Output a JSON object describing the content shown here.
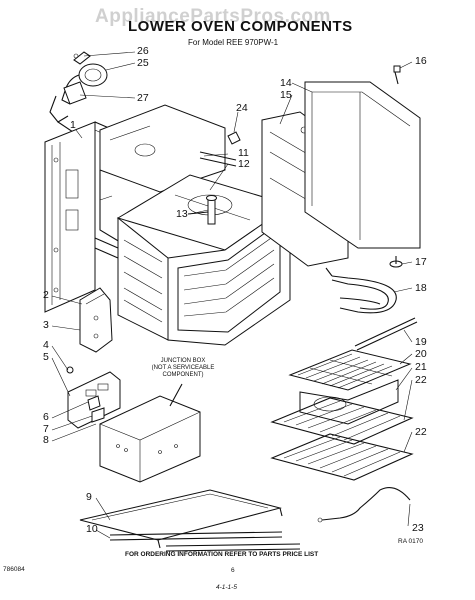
{
  "header": {
    "watermark": "AppliancePartsPros.com",
    "title": "LOWER OVEN COMPONENTS",
    "subtitle": "For Model REE 970PW-1"
  },
  "callouts": [
    {
      "id": "c26",
      "text": "26"
    },
    {
      "id": "c25",
      "text": "25"
    },
    {
      "id": "c27",
      "text": "27"
    },
    {
      "id": "c1",
      "text": "1"
    },
    {
      "id": "c24",
      "text": "24"
    },
    {
      "id": "c11",
      "text": "11"
    },
    {
      "id": "c12",
      "text": "12"
    },
    {
      "id": "c13",
      "text": "13"
    },
    {
      "id": "c14",
      "text": "14"
    },
    {
      "id": "c15",
      "text": "15"
    },
    {
      "id": "c16",
      "text": "16"
    },
    {
      "id": "c17",
      "text": "17"
    },
    {
      "id": "c18",
      "text": "18"
    },
    {
      "id": "c19",
      "text": "19"
    },
    {
      "id": "c20",
      "text": "20"
    },
    {
      "id": "c21",
      "text": "21"
    },
    {
      "id": "c22a",
      "text": "22"
    },
    {
      "id": "c22b",
      "text": "22"
    },
    {
      "id": "c23",
      "text": "23"
    },
    {
      "id": "c2",
      "text": "2"
    },
    {
      "id": "c3",
      "text": "3"
    },
    {
      "id": "c4",
      "text": "4"
    },
    {
      "id": "c5",
      "text": "5"
    },
    {
      "id": "c6",
      "text": "6"
    },
    {
      "id": "c7",
      "text": "7"
    },
    {
      "id": "c8",
      "text": "8"
    },
    {
      "id": "c9",
      "text": "9"
    },
    {
      "id": "c10",
      "text": "10"
    }
  ],
  "junction_box_note": {
    "line1": "JUNCTION BOX",
    "line2": "(NOT A SERVICEABLE",
    "line3": "COMPONENT)"
  },
  "footer": {
    "ordering_note": "FOR ORDERING INFORMATION REFER TO PARTS PRICE LIST",
    "page_number": "6",
    "left_code": "786084",
    "drawing_code": "RA 0170",
    "bottom_code": "4-1-1-5"
  }
}
